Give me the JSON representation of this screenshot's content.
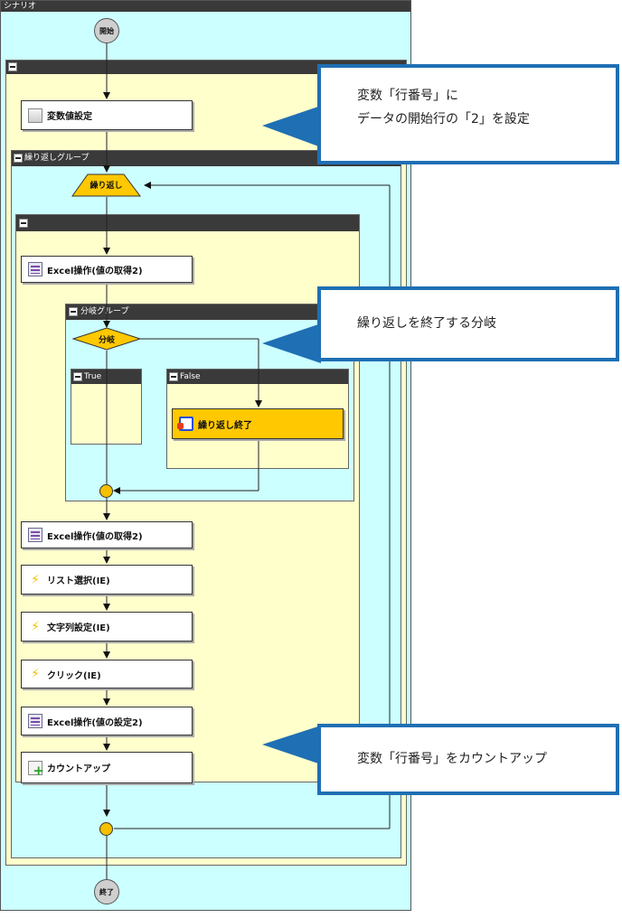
{
  "scenario": {
    "title": "シナリオ"
  },
  "start": {
    "label": "開始"
  },
  "end": {
    "label": "終了"
  },
  "loop_group": {
    "title": "繰り返しグループ",
    "loop_label": "繰り返し"
  },
  "branch_group": {
    "title": "分岐グループ",
    "branch_label": "分岐",
    "true_label": "True",
    "false_label": "False"
  },
  "nodes": {
    "set_var": "変数値設定",
    "excel_get_1": "Excel操作(値の取得2)",
    "loop_end": "繰り返し終了",
    "excel_get_2": "Excel操作(値の取得2)",
    "list_select": "リスト選択(IE)",
    "text_set": "文字列設定(IE)",
    "click": "クリック(IE)",
    "excel_set": "Excel操作(値の設定2)",
    "count_up": "カウントアップ"
  },
  "callouts": {
    "set_var_line1": "変数「行番号」に",
    "set_var_line2": "データの開始行の「2」を設定",
    "branch": "繰り返しを終了する分岐",
    "count_up": "変数「行番号」をカウントアップ"
  },
  "colors": {
    "scenario_bg": "#ccffff",
    "block_bg": "#ffffcc",
    "titlebar": "#3a3a3a",
    "node_accent": "#ffc800",
    "callout_border": "#1f6fb4"
  }
}
